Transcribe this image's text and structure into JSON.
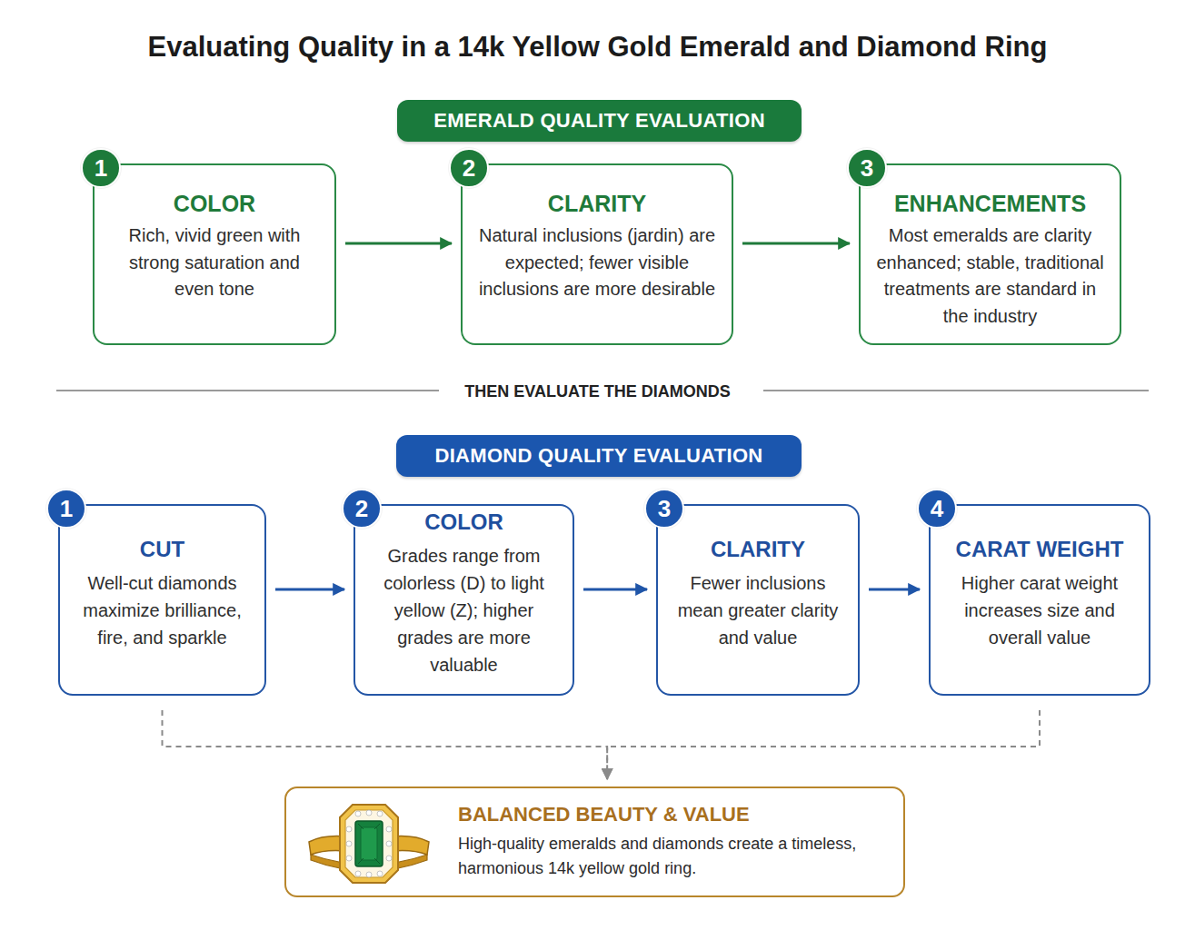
{
  "diagram": {
    "title": "Evaluating Quality in a 14k Yellow Gold Emerald and Diamond Ring",
    "nodes": [
      {
        "text": [
          "EMERALD QUALITY EVALUATION"
        ]
      },
      {
        "text": [
          "COLOR",
          "Rich, vivid green with strong saturation and even tone"
        ]
      },
      {
        "text": [
          "1"
        ],
        "in": 1
      },
      {
        "text": [
          "CLARITY",
          "Natural inclusions (jardin) are expected; fewer visible inclusions are more desirable"
        ]
      },
      {
        "text": [
          "2"
        ],
        "in": 3
      },
      {
        "text": [
          "ENHANCEMENTS",
          "Most emeralds are clarity enhanced; stable, traditional treatments are standard in the industry"
        ]
      },
      {
        "text": [
          "3"
        ],
        "in": 5
      },
      {
        "text": [
          "DIAMOND QUALITY EVALUATION"
        ]
      },
      {
        "text": [
          "CUT",
          "Well-cut diamonds maximize brilliance, fire, and sparkle"
        ]
      },
      {
        "text": [
          "1"
        ],
        "in": 8
      },
      {
        "text": [
          "COLOR",
          "Grades range from colorless (D) to light yellow (Z); higher grades are more valuable"
        ]
      },
      {
        "text": [
          "2"
        ],
        "in": 10
      },
      {
        "text": [
          "CLARITY",
          "Fewer inclusions mean greater clarity and value"
        ]
      },
      {
        "text": [
          "3"
        ],
        "in": 12
      },
      {
        "text": [
          "CARAT WEIGHT",
          "Higher carat weight increases size and overall value"
        ]
      },
      {
        "text": [
          "4"
        ],
        "in": 14
      },
      {
        "text": [
          "BALANCED BEAUTY & VALUE",
          "High-quality emeralds and diamonds create a timeless, harmonious 14k yellow gold ring."
        ]
      }
    ],
    "edges": [
      {
        "from": 1,
        "to": 3,
        "arrow": "to"
      },
      {
        "from": 3,
        "to": 5,
        "arrow": "to"
      },
      {
        "from": 8,
        "to": 10,
        "arrow": "to"
      },
      {
        "from": 10,
        "to": 12,
        "arrow": "to"
      },
      {
        "from": 12,
        "to": 14,
        "arrow": "to"
      },
      {
        "from": 8,
        "to": 16,
        "arrow": "to"
      },
      {
        "from": 14,
        "to": 16,
        "arrow": "to"
      }
    ],
    "labels": [
      "THEN EVALUATE THE DIAMONDS"
    ]
  }
}
